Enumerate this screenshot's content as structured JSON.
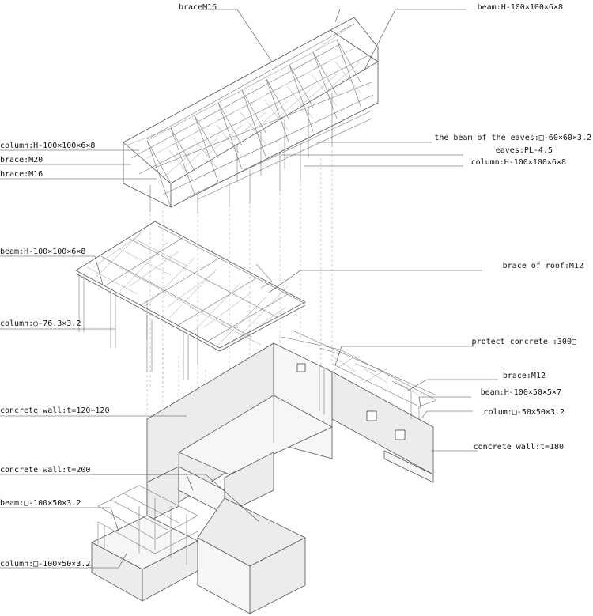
{
  "labels": {
    "brace_m16_top": "braceM16",
    "beam_h100_top": "beam:H-100×100×6×8",
    "column_h100_left": "column:H-100×100×6×8",
    "brace_m20": "brace:M20",
    "brace_m16_left": "brace:M16",
    "eaves_beam": "the beam of the eaves:□-60×60×3.2",
    "eaves": "eaves:PL-4.5",
    "column_h100_right": "column:H-100×100×6×8",
    "beam_h100_mid": "beam:H-100×100×6×8",
    "brace_of_roof": "brace of roof:M12",
    "column_pipe": "column:○-76.3×3.2",
    "protect_concrete": "protect concrete :300□",
    "brace_m12": "brace:M12",
    "beam_h100x50": "beam:H-100×50×5×7",
    "colum_50": "colum:□-50×50×3.2",
    "concrete_wall_120": "concrete wall:t=120+120",
    "concrete_wall_180": "concrete wall:t=180",
    "concrete_wall_200": "concrete wall:t=200",
    "beam_100x50": "beam:□-100×50×3.2",
    "column_100x50": "column:□-100×50×3.2"
  }
}
